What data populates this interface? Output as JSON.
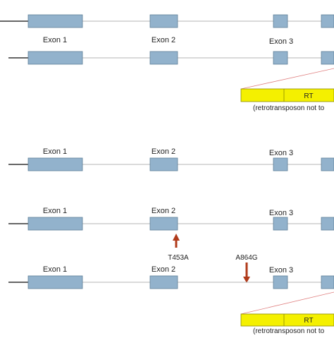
{
  "labels": {
    "exon1": "Exon 1",
    "exon2": "Exon 2",
    "exon3": "Exon 3",
    "rt": "RT",
    "retro_note": "(retrotransposon not to",
    "mut_t453a": "T453A",
    "mut_a864g": "A864G"
  },
  "colors": {
    "exon_fill": "#92b2cc",
    "exon_stroke": "#5f7f98",
    "line": "#b5b5b5",
    "lead_line": "#333333",
    "rt_fill": "#f4f000",
    "rt_stroke": "#8a8a00",
    "arrow": "#b03a1a",
    "zoom_line": "#e08080"
  }
}
